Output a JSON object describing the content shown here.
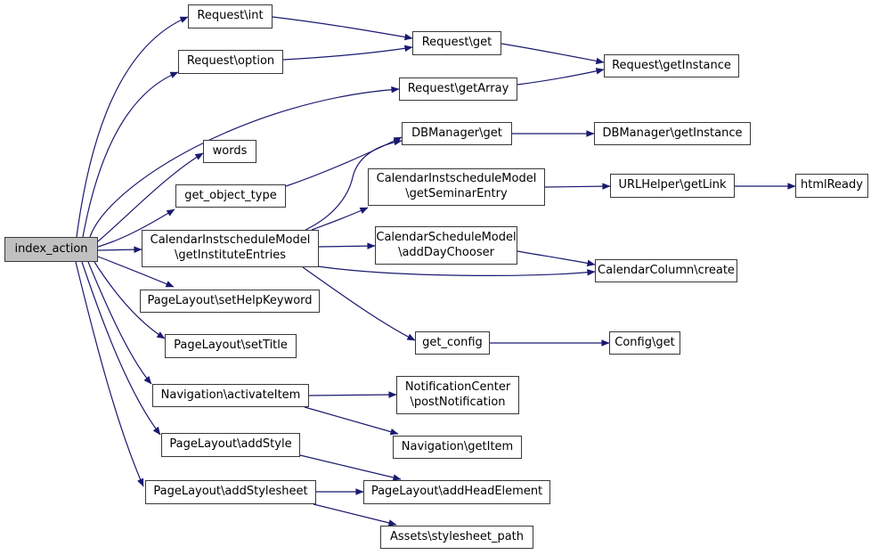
{
  "diagram": {
    "kind": "call-graph",
    "colors": {
      "edge": "#191970",
      "node_fill": "#ffffff",
      "node_border": "#383838",
      "root_fill": "#c0c0c0",
      "text": "#000000",
      "background": "#ffffff"
    },
    "root": "index_action",
    "nodes": {
      "index_action": {
        "label": "index_action"
      },
      "request_int": {
        "label": "Request\\int"
      },
      "request_option": {
        "label": "Request\\option"
      },
      "request_get": {
        "label": "Request\\get"
      },
      "request_getinstance": {
        "label": "Request\\getInstance"
      },
      "request_getarray": {
        "label": "Request\\getArray"
      },
      "dbmanager_get": {
        "label": "DBManager\\get"
      },
      "dbmanager_getinstance": {
        "label": "DBManager\\getInstance"
      },
      "words": {
        "label": "words"
      },
      "get_object_type": {
        "label": "get_object_type"
      },
      "cal_getinstituteentries": {
        "label": "CalendarInstscheduleModel\n\\getInstituteEntries"
      },
      "cal_getseminarentry": {
        "label": "CalendarInstscheduleModel\n\\getSeminarEntry"
      },
      "urlhelper_getlink": {
        "label": "URLHelper\\getLink"
      },
      "htmlready": {
        "label": "htmlReady"
      },
      "cal_adddaychooser": {
        "label": "CalendarScheduleModel\n\\addDayChooser"
      },
      "calendarcolumn_create": {
        "label": "CalendarColumn\\create"
      },
      "pagelayout_sethelpkeyword": {
        "label": "PageLayout\\setHelpKeyword"
      },
      "pagelayout_settitle": {
        "label": "PageLayout\\setTitle"
      },
      "get_config": {
        "label": "get_config"
      },
      "config_get": {
        "label": "Config\\get"
      },
      "navigation_activateitem": {
        "label": "Navigation\\activateItem"
      },
      "notificationcenter_postnotification": {
        "label": "NotificationCenter\n\\postNotification"
      },
      "navigation_getitem": {
        "label": "Navigation\\getItem"
      },
      "pagelayout_addstyle": {
        "label": "PageLayout\\addStyle"
      },
      "pagelayout_addstylesheet": {
        "label": "PageLayout\\addStylesheet"
      },
      "pagelayout_addheadelement": {
        "label": "PageLayout\\addHeadElement"
      },
      "assets_stylesheet_path": {
        "label": "Assets\\stylesheet_path"
      }
    },
    "edges": [
      {
        "from": "index_action",
        "to": "request_int"
      },
      {
        "from": "index_action",
        "to": "request_option"
      },
      {
        "from": "index_action",
        "to": "request_getarray"
      },
      {
        "from": "index_action",
        "to": "words"
      },
      {
        "from": "index_action",
        "to": "get_object_type"
      },
      {
        "from": "index_action",
        "to": "cal_getinstituteentries"
      },
      {
        "from": "index_action",
        "to": "pagelayout_sethelpkeyword"
      },
      {
        "from": "index_action",
        "to": "pagelayout_settitle"
      },
      {
        "from": "index_action",
        "to": "navigation_activateitem"
      },
      {
        "from": "index_action",
        "to": "pagelayout_addstyle"
      },
      {
        "from": "index_action",
        "to": "pagelayout_addstylesheet"
      },
      {
        "from": "request_int",
        "to": "request_get"
      },
      {
        "from": "request_option",
        "to": "request_get"
      },
      {
        "from": "request_get",
        "to": "request_getinstance"
      },
      {
        "from": "request_getarray",
        "to": "request_getinstance"
      },
      {
        "from": "get_object_type",
        "to": "dbmanager_get"
      },
      {
        "from": "cal_getinstituteentries",
        "to": "dbmanager_get"
      },
      {
        "from": "cal_getinstituteentries",
        "to": "cal_getseminarentry"
      },
      {
        "from": "cal_getinstituteentries",
        "to": "cal_adddaychooser"
      },
      {
        "from": "cal_getinstituteentries",
        "to": "calendarcolumn_create"
      },
      {
        "from": "cal_getinstituteentries",
        "to": "get_config"
      },
      {
        "from": "dbmanager_get",
        "to": "dbmanager_getinstance"
      },
      {
        "from": "cal_getseminarentry",
        "to": "urlhelper_getlink"
      },
      {
        "from": "urlhelper_getlink",
        "to": "htmlready"
      },
      {
        "from": "cal_adddaychooser",
        "to": "calendarcolumn_create"
      },
      {
        "from": "get_config",
        "to": "config_get"
      },
      {
        "from": "navigation_activateitem",
        "to": "notificationcenter_postnotification"
      },
      {
        "from": "navigation_activateitem",
        "to": "navigation_getitem"
      },
      {
        "from": "pagelayout_addstyle",
        "to": "pagelayout_addheadelement"
      },
      {
        "from": "pagelayout_addstylesheet",
        "to": "pagelayout_addheadelement"
      },
      {
        "from": "pagelayout_addstylesheet",
        "to": "assets_stylesheet_path"
      }
    ]
  }
}
